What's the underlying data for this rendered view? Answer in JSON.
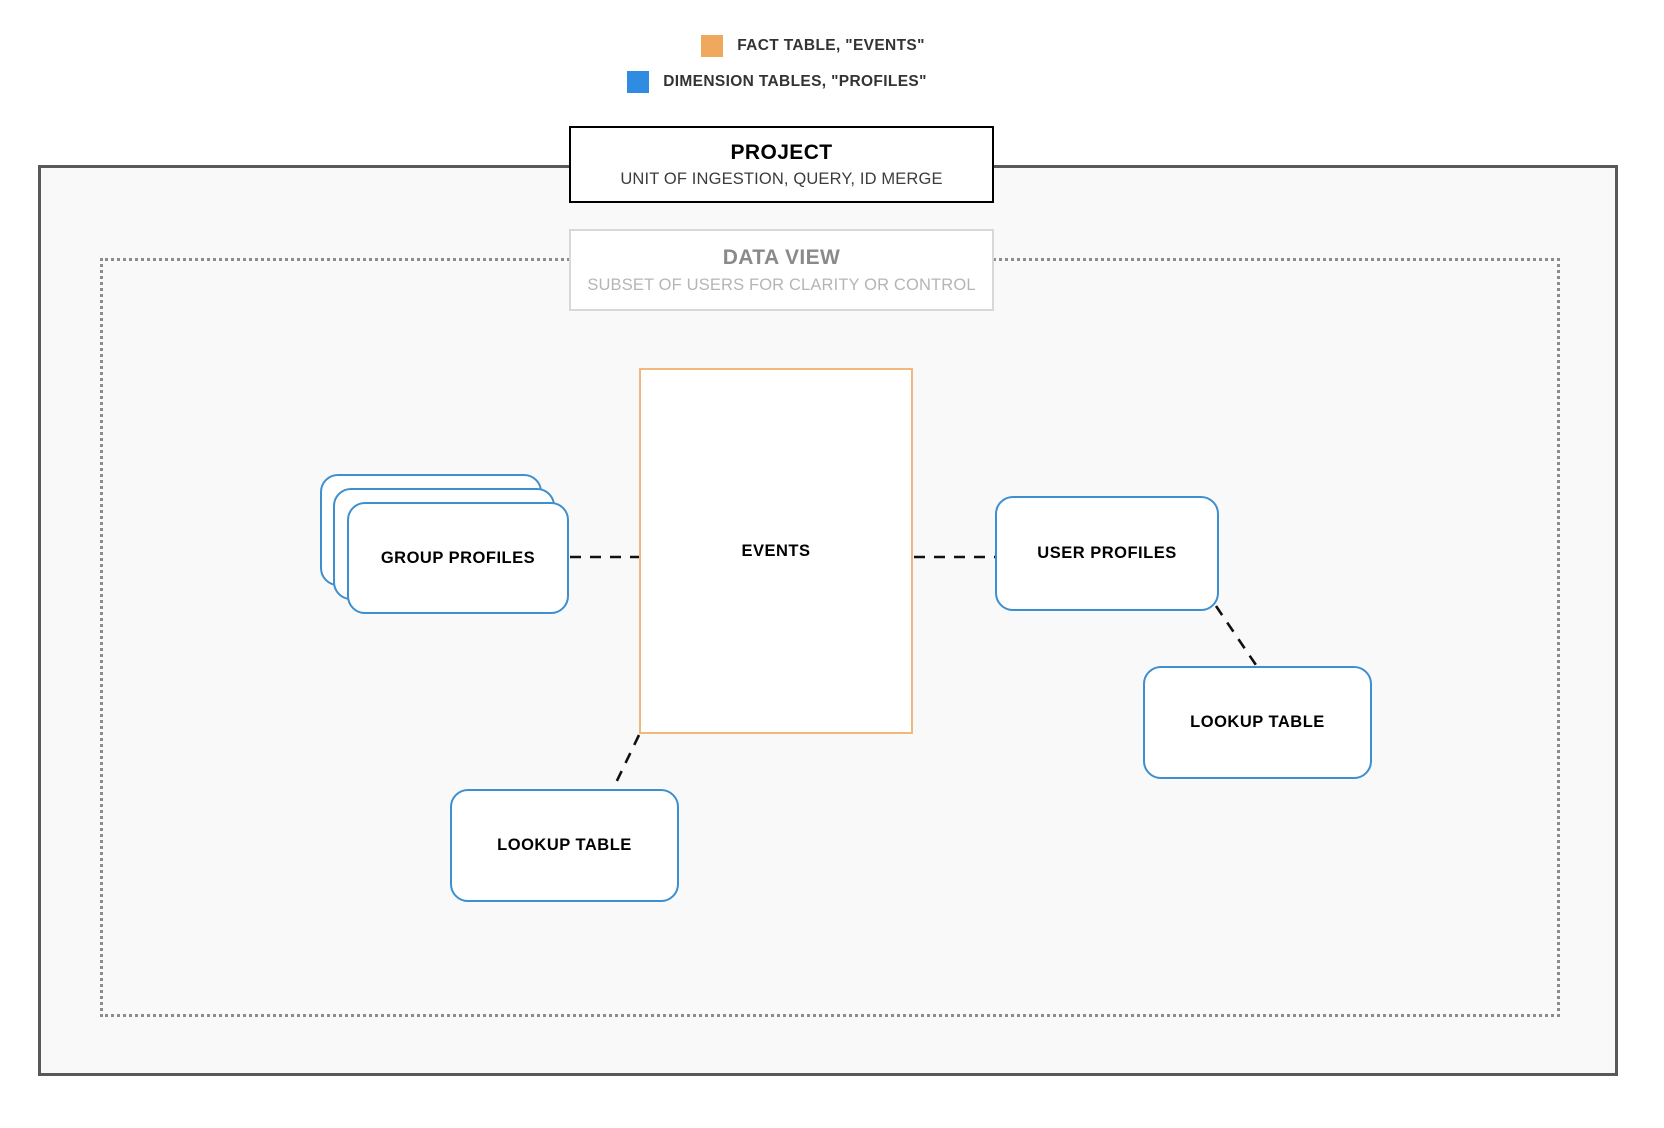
{
  "legend": {
    "items": [
      {
        "id": "fact-table",
        "label": "FACT TABLE, \"EVENTS\"",
        "color": "#f0a85c",
        "icon": "square-swatch-icon"
      },
      {
        "id": "dimension-tables",
        "label": "DIMENSION TABLES, \"PROFILES\"",
        "color": "#2f8ce0",
        "icon": "square-swatch-icon"
      }
    ]
  },
  "project": {
    "title": "PROJECT",
    "subtitle": "UNIT OF INGESTION, QUERY, ID MERGE",
    "border_color": "#000000"
  },
  "data_view": {
    "title": "DATA VIEW",
    "subtitle": "SUBSET OF USERS FOR CLARITY OR CONTROL",
    "border_color": "#d8d8d8",
    "text_color": "#8a8a8a"
  },
  "nodes": {
    "events": {
      "label": "EVENTS",
      "type": "fact-table",
      "border_color": "#eeb97a"
    },
    "group_profiles": {
      "label": "GROUP PROFILES",
      "type": "dimension-table",
      "border_color": "#3d8fd0",
      "stack_count": 3
    },
    "user_profiles": {
      "label": "USER PROFILES",
      "type": "dimension-table",
      "border_color": "#3d8fd0"
    },
    "lookup_table_left": {
      "label": "LOOKUP TABLE",
      "type": "dimension-table",
      "border_color": "#3d8fd0"
    },
    "lookup_table_right": {
      "label": "LOOKUP TABLE",
      "type": "dimension-table",
      "border_color": "#3d8fd0"
    }
  },
  "connections": [
    {
      "id": "group-profiles-to-events",
      "from": "group_profiles",
      "to": "events",
      "style": "dashed"
    },
    {
      "id": "events-to-user-profiles",
      "from": "events",
      "to": "user_profiles",
      "style": "dashed"
    },
    {
      "id": "events-to-lookup-left",
      "from": "events",
      "to": "lookup_table_left",
      "style": "dashed"
    },
    {
      "id": "user-profiles-to-lookup-right",
      "from": "user_profiles",
      "to": "lookup_table_right",
      "style": "dashed"
    }
  ],
  "containers": {
    "project_area": {
      "border_color": "#595959",
      "fill": "#f9f9f9",
      "border_style": "solid"
    },
    "data_view_area": {
      "border_color": "#8c8c8c",
      "border_style": "dotted"
    }
  }
}
